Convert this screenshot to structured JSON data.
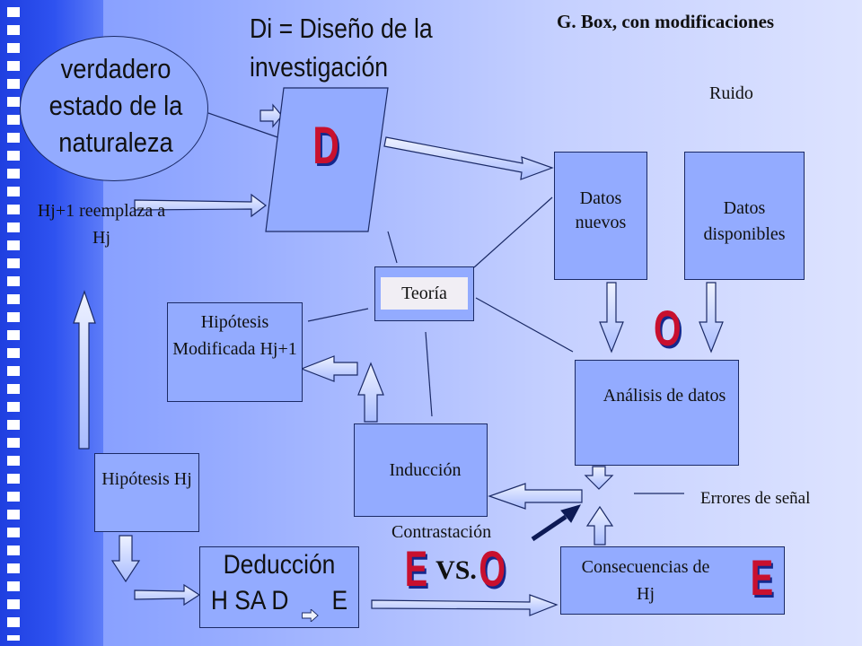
{
  "title": "Di = Diseño de la investigación",
  "credit": "G. Box, con modificaciones",
  "nature": "verdadero estado de la naturaleza",
  "noise": "Ruido",
  "replace": "Hj+1 reemplaza a Hj",
  "d_letter": "D",
  "datos_nuevos": "Datos nuevos",
  "datos_disponibles": "Datos disponibles",
  "teoria": "Teoría",
  "o_letter": "O",
  "hipotesis_mod": "Hipótesis Modificada Hj+1",
  "analisis": "Análisis de datos",
  "induccion": "Inducción",
  "hipotesis": "Hipótesis Hj",
  "errores": "Errores de señal",
  "contrastacion": "Contrastación",
  "deduccion_title": "Deducción",
  "deduccion_formula_left": "H SA D",
  "deduccion_formula_right": "E",
  "e_letter": "E",
  "vs": "VS.",
  "consecuencias": "Consecuencias de Hj",
  "colors": {
    "block_fill": "#93abff",
    "letter_red": "#c8102e",
    "letter_blue": "#14288c"
  }
}
